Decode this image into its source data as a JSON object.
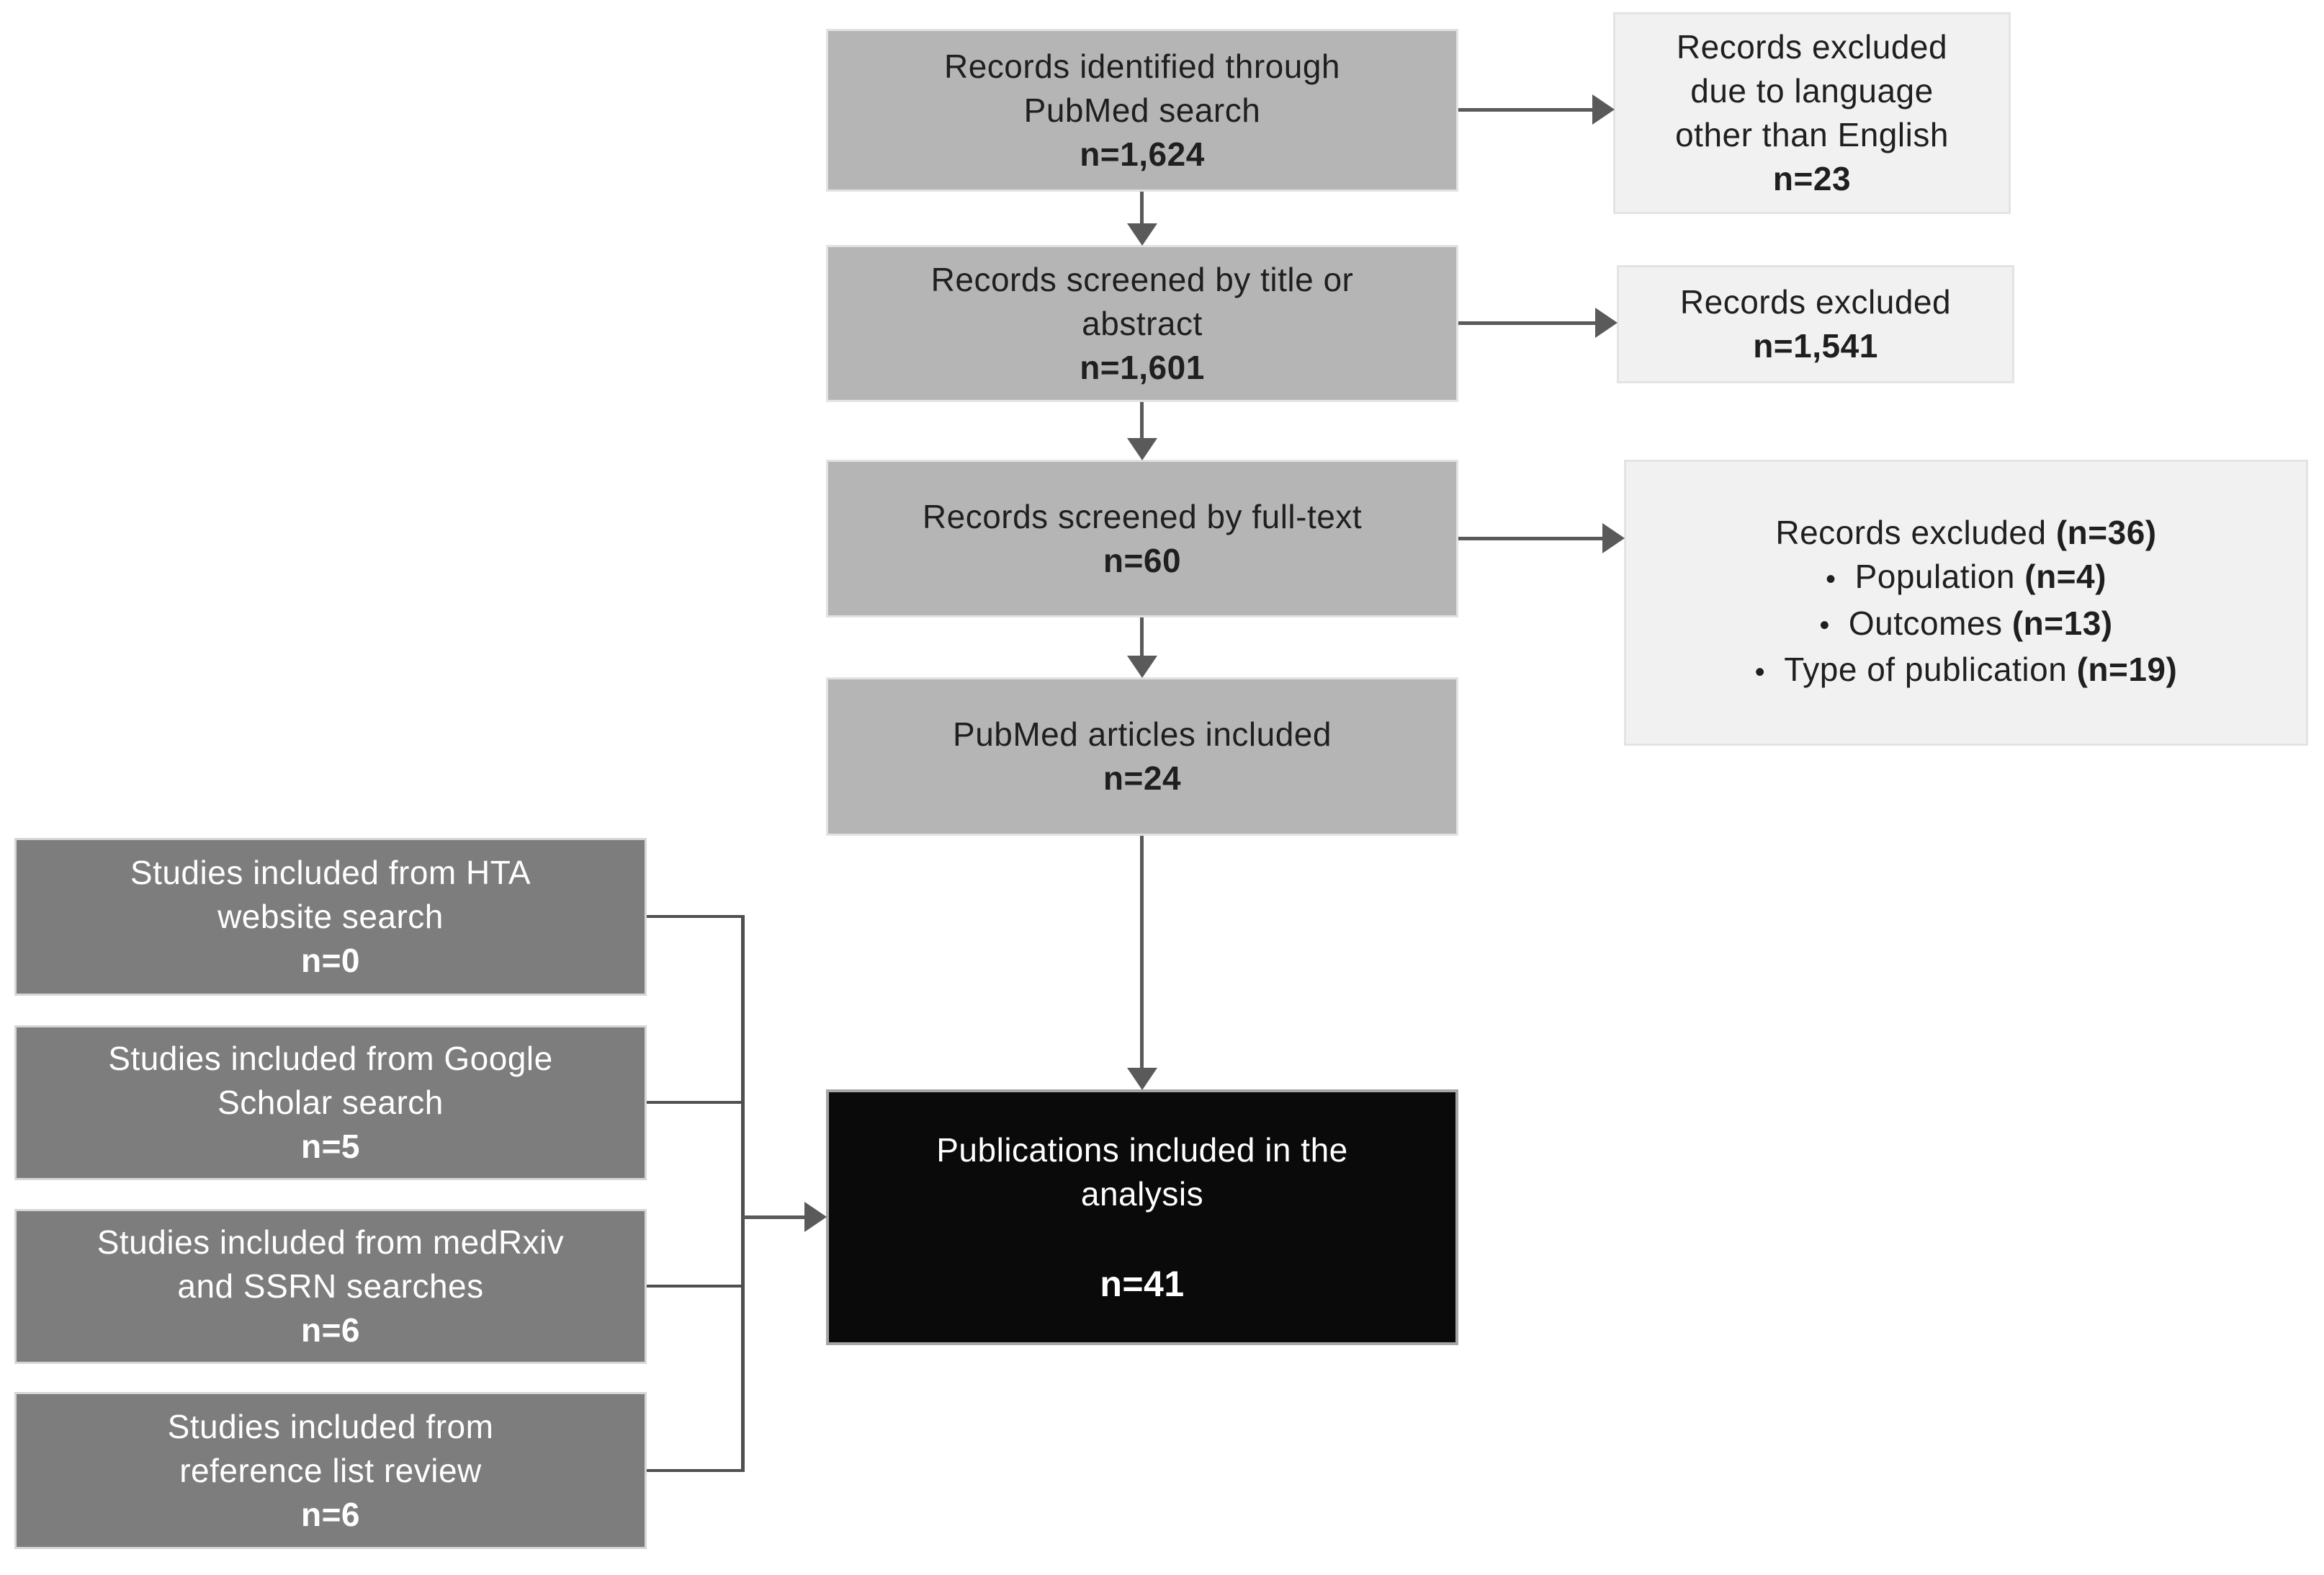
{
  "figure": {
    "background": "#ffffff",
    "colors": {
      "main_box_fill": "#b5b5b5",
      "source_box_fill": "#7d7d7d",
      "excluded_box_fill": "#f1f1f1",
      "final_box_fill": "#0a0a0a",
      "arrow": "#5a5a5a",
      "text_dark": "#1f1f1f",
      "text_light": "#ffffff"
    }
  },
  "main_flow": [
    {
      "lines": [
        "Records identified through",
        "PubMed search"
      ],
      "n": "n=1,624"
    },
    {
      "lines": [
        "Records screened by title or",
        "abstract"
      ],
      "n": "n=1,601"
    },
    {
      "lines": [
        "Records screened by full-text"
      ],
      "n": "n=60"
    },
    {
      "lines": [
        "PubMed articles included"
      ],
      "n": "n=24"
    }
  ],
  "final_box": {
    "lines": [
      "Publications included in the",
      "analysis"
    ],
    "n": "n=41"
  },
  "excluded": [
    {
      "lines": [
        "Records excluded",
        "due to language",
        "other than English"
      ],
      "n": "n=23"
    },
    {
      "lines": [
        "Records excluded"
      ],
      "n": "n=1,541"
    },
    {
      "title_text": "Records excluded ",
      "title_bold": "(n=36)",
      "bullet": "•",
      "items": [
        {
          "text": "Population ",
          "bold": "(n=4)"
        },
        {
          "text": "Outcomes ",
          "bold": "(n=13)"
        },
        {
          "text": "Type of publication ",
          "bold": "(n=19)"
        }
      ]
    }
  ],
  "sources": [
    {
      "lines": [
        "Studies included from HTA",
        "website search"
      ],
      "n": "n=0"
    },
    {
      "lines": [
        "Studies included from Google",
        "Scholar search"
      ],
      "n": "n=5"
    },
    {
      "lines": [
        "Studies included from medRxiv",
        "and SSRN searches"
      ],
      "n": "n=6"
    },
    {
      "lines": [
        "Studies included from",
        "reference list review"
      ],
      "n": "n=6"
    }
  ]
}
